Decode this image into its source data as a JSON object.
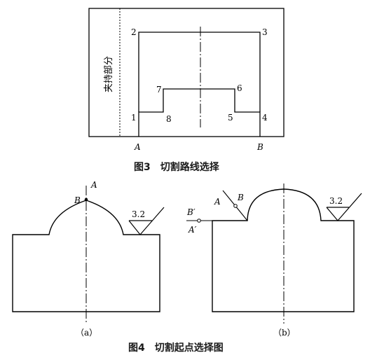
{
  "figure3": {
    "caption": "图3　切割路线选择",
    "clamp_label": "夹持部分",
    "points": [
      "1",
      "2",
      "3",
      "4",
      "5",
      "6",
      "7",
      "8"
    ],
    "point_a": "A",
    "point_b": "B"
  },
  "figure4": {
    "caption": "图4　切割起点选择图",
    "a": {
      "sublabel": "（a）",
      "label_a": "A",
      "label_b": "B",
      "roughness": "3.2"
    },
    "b": {
      "sublabel": "（b）",
      "label_a": "A",
      "label_b": "B",
      "label_b_prime": "B′",
      "label_a_prime": "A′",
      "roughness": "3.2"
    }
  }
}
